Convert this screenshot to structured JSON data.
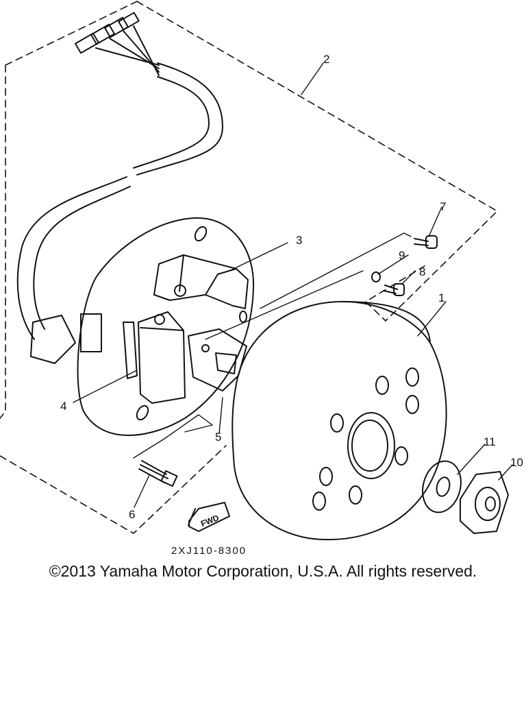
{
  "diagram": {
    "callouts": [
      {
        "id": "1",
        "part": "flywheel-rotor"
      },
      {
        "id": "2",
        "part": "stator-assembly"
      },
      {
        "id": "3",
        "part": "source-coil"
      },
      {
        "id": "4",
        "part": "charging-coil"
      },
      {
        "id": "5",
        "part": "pickup-coil"
      },
      {
        "id": "6",
        "part": "screw"
      },
      {
        "id": "7",
        "part": "screw"
      },
      {
        "id": "8",
        "part": "screw"
      },
      {
        "id": "9",
        "part": "lock-washer"
      },
      {
        "id": "10",
        "part": "nut"
      },
      {
        "id": "11",
        "part": "washer"
      }
    ],
    "fwd_label": "FWD",
    "diagram_code": "2XJ110-8300",
    "copyright": "©2013 Yamaha Motor Corporation, U.S.A. All rights reserved."
  }
}
